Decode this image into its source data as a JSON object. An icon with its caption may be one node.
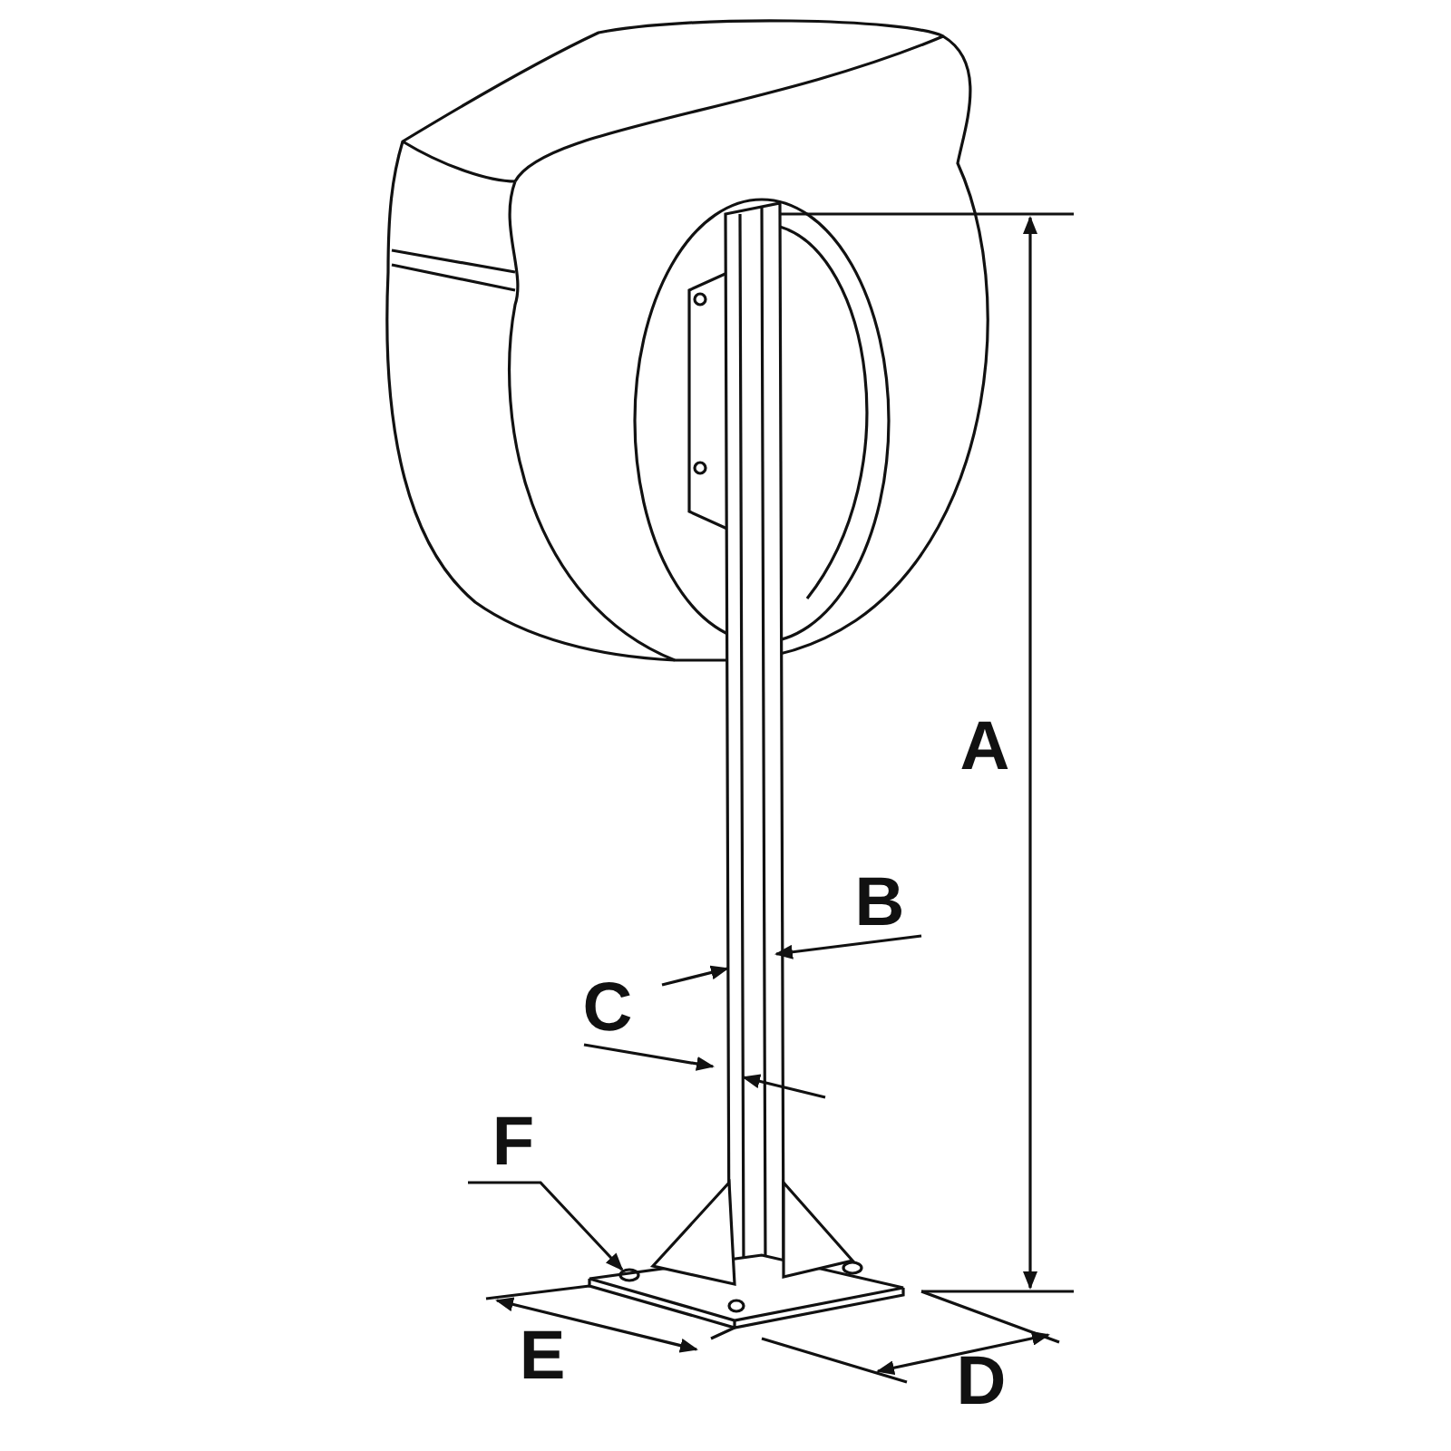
{
  "diagram": {
    "nodes": [
      {
        "text": [
          "F"
        ]
      },
      {
        "text": [],
        "shape": "circle"
      }
    ],
    "edges": [
      {
        "from": 0,
        "to": 1,
        "arrow": "to"
      }
    ],
    "labels": [
      "A",
      "B",
      "C",
      "E",
      "D"
    ]
  }
}
